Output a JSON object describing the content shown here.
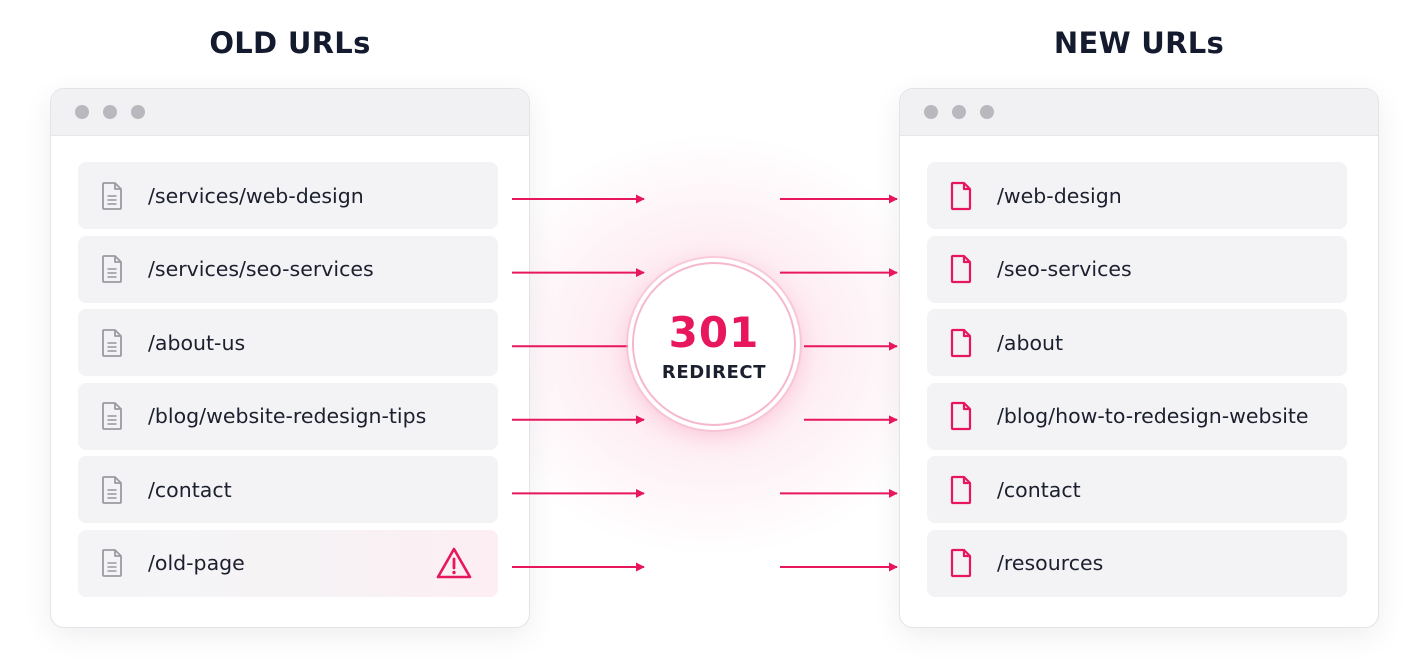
{
  "headers": {
    "old": "OLD URLs",
    "new": "NEW URLs"
  },
  "old_urls": [
    "/services/web-design",
    "/services/seo-services",
    "/about-us",
    "/blog/website-redesign-tips",
    "/contact",
    "/old-page"
  ],
  "new_urls": [
    "/web-design",
    "/seo-services",
    "/about",
    "/blog/how-to-redesign-website",
    "/contact",
    "/resources"
  ],
  "redirect": {
    "code": "301",
    "label": "REDIRECT"
  },
  "warning_row_index": 5,
  "icons": {
    "old": "document-icon",
    "new": "document-icon",
    "warning": "warning-triangle-icon"
  },
  "colors": {
    "accent": "#e8175d",
    "old_icon": "#9a9aa2",
    "row_bg": "#f3f3f5"
  }
}
